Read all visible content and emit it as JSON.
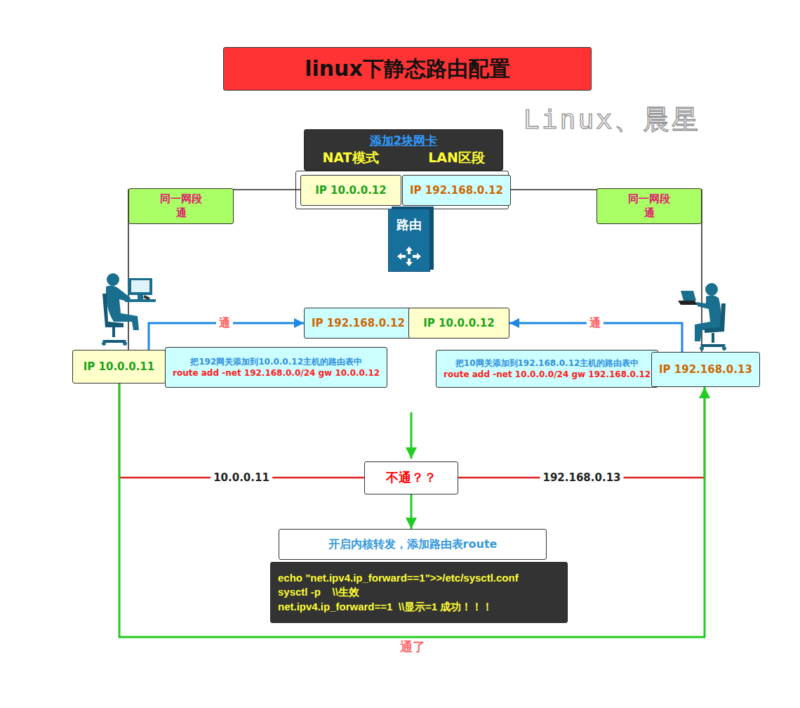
{
  "diagram": {
    "title": "linux下静态路由配置",
    "nodes": [
      {
        "text": [
          "添加2块网卡",
          "NAT模式",
          "LAN区段"
        ]
      },
      {
        "text": [
          "IP 10.0.0.12"
        ]
      },
      {
        "text": [
          "IP 192.168.0.12"
        ]
      },
      {
        "text": [
          "同一网段 通"
        ]
      },
      {
        "text": [
          "同一网段 通"
        ]
      },
      {
        "text": [
          "路由"
        ]
      },
      {
        "text": [
          "IP 192.168.0.12"
        ]
      },
      {
        "text": [
          "IP 10.0.0.12"
        ]
      },
      {
        "text": [
          "IP 10.0.0.11"
        ]
      },
      {
        "text": [
          "把192网关添加到10.0.0.12主机的路由表中",
          "route add -net 192.168.0.0/24 gw 10.0.0.12"
        ]
      },
      {
        "text": [
          "把10网关添加到192.168.0.12主机的路由表中",
          "route add -net 10.0.0.0/24 gw 192.168.0.12"
        ]
      },
      {
        "text": [
          "IP 192.168.0.13"
        ]
      },
      {
        "text": [
          "不通？？"
        ]
      },
      {
        "text": [
          "开启内核转发，添加路由表route"
        ]
      },
      {
        "text": [
          "echo \"net.ipv4.ip_forward==1\">>/etc/sysctl.conf",
          "sysctl -p    \\\\生效",
          "net.ipv4.ip_forward==1  \\\\显示=1 成功！！！"
        ]
      }
    ],
    "edges": [
      {
        "from": 1,
        "to": 8,
        "arrow": "none"
      },
      {
        "from": 2,
        "to": 11,
        "arrow": "none"
      },
      {
        "from": 8,
        "to": 6,
        "label": "通",
        "arrow": "to"
      },
      {
        "from": 11,
        "to": 7,
        "label": "通",
        "arrow": "to"
      },
      {
        "from": 8,
        "to": 12,
        "label": "10.0.0.11",
        "arrow": "none"
      },
      {
        "from": 12,
        "to": 11,
        "label": "192.168.0.13",
        "arrow": "none"
      },
      {
        "from": 8,
        "to": 11,
        "label": "通了",
        "arrow": "to"
      },
      {
        "from": 12,
        "to": 13,
        "arrow": "to"
      }
    ],
    "labels": [
      "Linux、晨星"
    ]
  }
}
